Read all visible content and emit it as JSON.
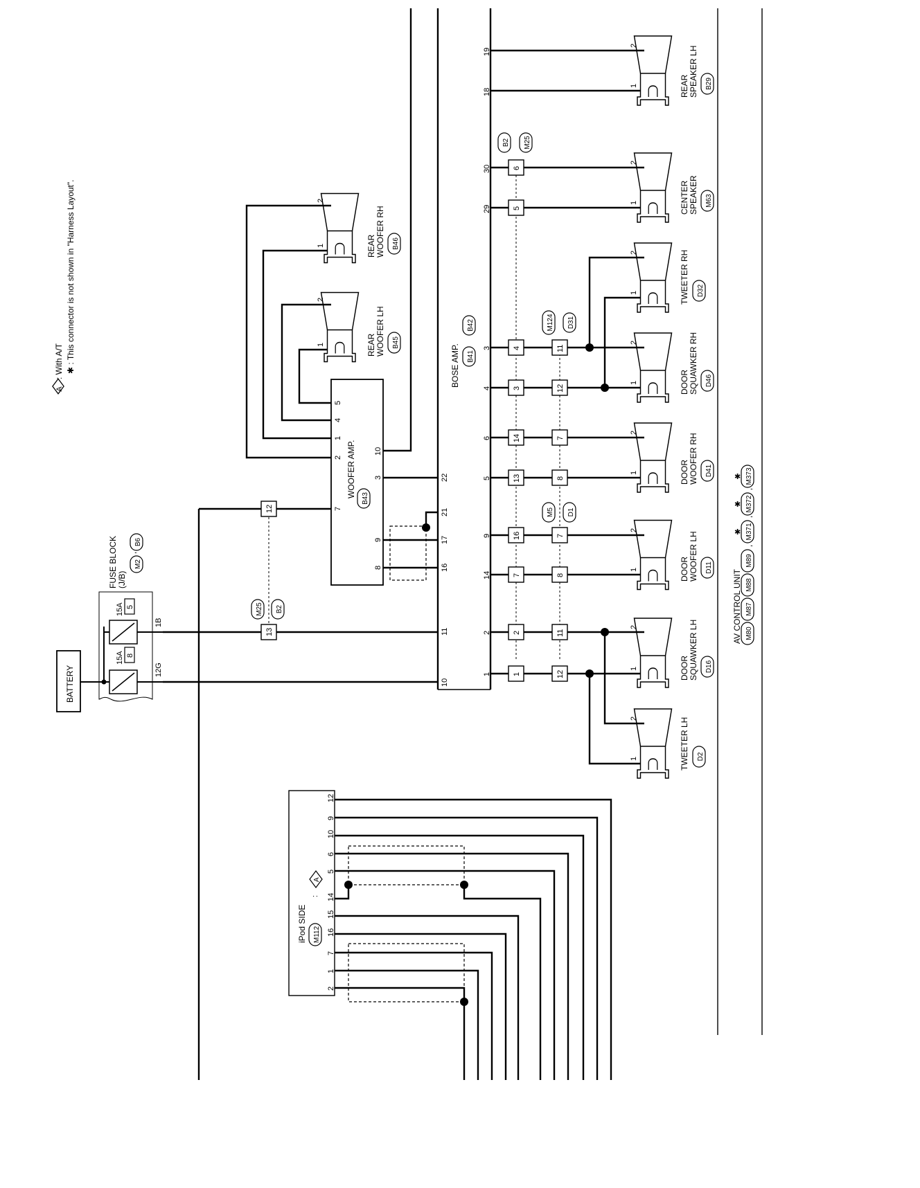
{
  "notes": {
    "with_at_symbol": "A",
    "with_at_text": ": With A/T",
    "star_note": "✱ : This connector is not shown in \"Harness Layout\"."
  },
  "battery": {
    "label": "BATTERY"
  },
  "fuse_block": {
    "title": "FUSE BLOCK",
    "subtitle": "(J/B)",
    "connectors": [
      "M2",
      "B6"
    ],
    "fuses": [
      {
        "amp": "15A",
        "number": "8",
        "terminal": "12G"
      },
      {
        "amp": "15A",
        "number": "5",
        "terminal": "1B"
      }
    ]
  },
  "ipod": {
    "title": "iPod SIDE",
    "connector": "M112",
    "option": "A",
    "pins": [
      "2",
      "1",
      "7",
      "16",
      "15",
      "14",
      "5",
      "6",
      "10",
      "9",
      "12"
    ]
  },
  "woofer_amp": {
    "title": "WOOFER AMP.",
    "connector": "B43",
    "pins_left": [
      "7",
      "2",
      "1",
      "4",
      "5"
    ],
    "pins_right": [
      "8",
      "9",
      "3",
      "10"
    ]
  },
  "bose_amp": {
    "title": "BOSE AMP.",
    "connectors": [
      "B41",
      "B42"
    ],
    "pins_upper": [
      "10",
      "11",
      "16",
      "17",
      "21",
      "22"
    ],
    "pins_lower": [
      "1",
      "2",
      "14",
      "9",
      "5",
      "6",
      "4",
      "3",
      "29",
      "30",
      "18",
      "19"
    ]
  },
  "junctions": {
    "m25_b2": {
      "connectors": [
        "M25",
        "B2"
      ],
      "pins": [
        "13",
        "12"
      ]
    },
    "row1": {
      "pins": [
        "1",
        "2",
        "7",
        "16",
        "13",
        "14",
        "3",
        "4",
        "5",
        "6"
      ]
    },
    "row2": {
      "pins": [
        "12",
        "11",
        "8",
        "7",
        "8",
        "7",
        "12",
        "11"
      ]
    },
    "m5_d1": [
      "M5",
      "D1"
    ],
    "m124_d31": [
      "M124",
      "D31"
    ],
    "b2_m25": [
      "B2",
      "M25"
    ]
  },
  "speakers": [
    {
      "id": "rear-woofer-lh",
      "l1": "REAR",
      "l2": "WOOFER LH",
      "connector": "B45",
      "pins": [
        "1",
        "2"
      ]
    },
    {
      "id": "rear-woofer-rh",
      "l1": "REAR",
      "l2": "WOOFER RH",
      "connector": "B46",
      "pins": [
        "1",
        "2"
      ]
    },
    {
      "id": "tweeter-lh",
      "l1": "TWEETER LH",
      "l2": "",
      "connector": "D2",
      "pins": [
        "1",
        "2"
      ]
    },
    {
      "id": "door-squawker-lh",
      "l1": "DOOR",
      "l2": "SQUAWKER LH",
      "connector": "D16",
      "pins": [
        "1",
        "2"
      ]
    },
    {
      "id": "door-woofer-lh",
      "l1": "DOOR",
      "l2": "WOOFER LH",
      "connector": "D11",
      "pins": [
        "1",
        "2"
      ]
    },
    {
      "id": "door-woofer-rh",
      "l1": "DOOR",
      "l2": "WOOFER RH",
      "connector": "D41",
      "pins": [
        "1",
        "2"
      ]
    },
    {
      "id": "door-squawker-rh",
      "l1": "DOOR",
      "l2": "SQUAWKER RH",
      "connector": "D46",
      "pins": [
        "1",
        "2"
      ]
    },
    {
      "id": "tweeter-rh",
      "l1": "TWEETER RH",
      "l2": "",
      "connector": "D32",
      "pins": [
        "1",
        "2"
      ]
    },
    {
      "id": "center-speaker",
      "l1": "CENTER",
      "l2": "SPEAKER",
      "connector": "M63",
      "pins": [
        "1",
        "2"
      ]
    },
    {
      "id": "rear-speaker-lh",
      "l1": "REAR",
      "l2": "SPEAKER LH",
      "connector": "B29",
      "pins": [
        "1",
        "2"
      ]
    }
  ],
  "av_control": {
    "title": "AV CONTROL UNIT",
    "connectors": [
      "M80",
      "M87",
      "M88",
      "M89",
      "M371",
      "M372",
      "M373"
    ],
    "star": "✱"
  },
  "colors": {
    "line": "#000000",
    "background": "#ffffff"
  },
  "icons": [
    "fuse-icon",
    "speaker-icon",
    "shield-dashed-box",
    "splice-dot-icon"
  ]
}
